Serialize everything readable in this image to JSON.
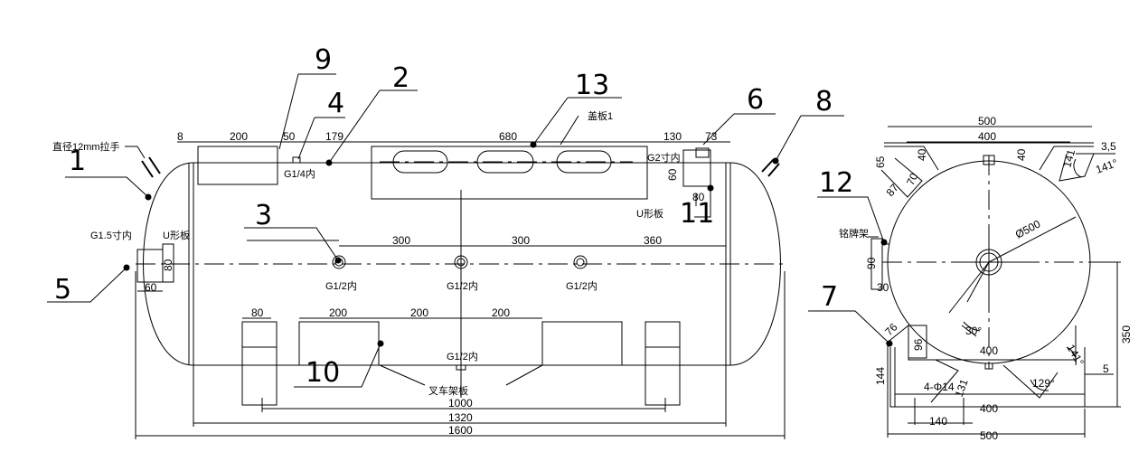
{
  "balloons": {
    "b1": "1",
    "b2": "2",
    "b3": "3",
    "b4": "4",
    "b5": "5",
    "b6": "6",
    "b7": "7",
    "b8": "8",
    "b9": "9",
    "b10": "10",
    "b11": "11",
    "b12": "12",
    "b13": "13"
  },
  "labels": {
    "handle": "直径12mm拉手",
    "cover": "盖板1",
    "g14": "G1/4内",
    "g2": "G2寸内",
    "g15": "G1.5寸内",
    "u_left": "U形板",
    "u_right": "U形板",
    "g12a": "G1/2内",
    "g12b": "G1/2内",
    "g12c": "G1/2内",
    "g12d": "G1/2内",
    "forklift": "叉车架板",
    "nameplate": "铭牌架"
  },
  "dims": {
    "d8": "8",
    "d200a": "200",
    "d50": "50",
    "d179": "179",
    "d680": "680",
    "d130": "130",
    "d73": "73",
    "d60a": "60",
    "d80a": "80",
    "d80b": "80",
    "d60b": "60",
    "d300a": "300",
    "d300b": "300",
    "d360": "360",
    "d80c": "80",
    "d200b": "200",
    "d200c": "200",
    "d200d": "200",
    "d1000": "1000",
    "d1320": "1320",
    "d1600": "1600",
    "s500top": "500",
    "s400top": "400",
    "s3_5": "3,5",
    "s65": "65",
    "s40a": "40",
    "s40b": "40",
    "s70": "70",
    "s87": "87",
    "s141a": "141",
    "s141b": "141°",
    "s500dia": "Ø500",
    "s90": "90",
    "s30": "30",
    "s30deg": "30°",
    "s76": "76",
    "s96": "96",
    "s400mid": "400",
    "s141c": "141°",
    "s5": "5",
    "s350": "350",
    "s144": "144",
    "s4phi": "4-Φ14",
    "s131": "131",
    "s129": "129°",
    "s400bot": "400",
    "s140": "140",
    "s500bot": "500"
  }
}
